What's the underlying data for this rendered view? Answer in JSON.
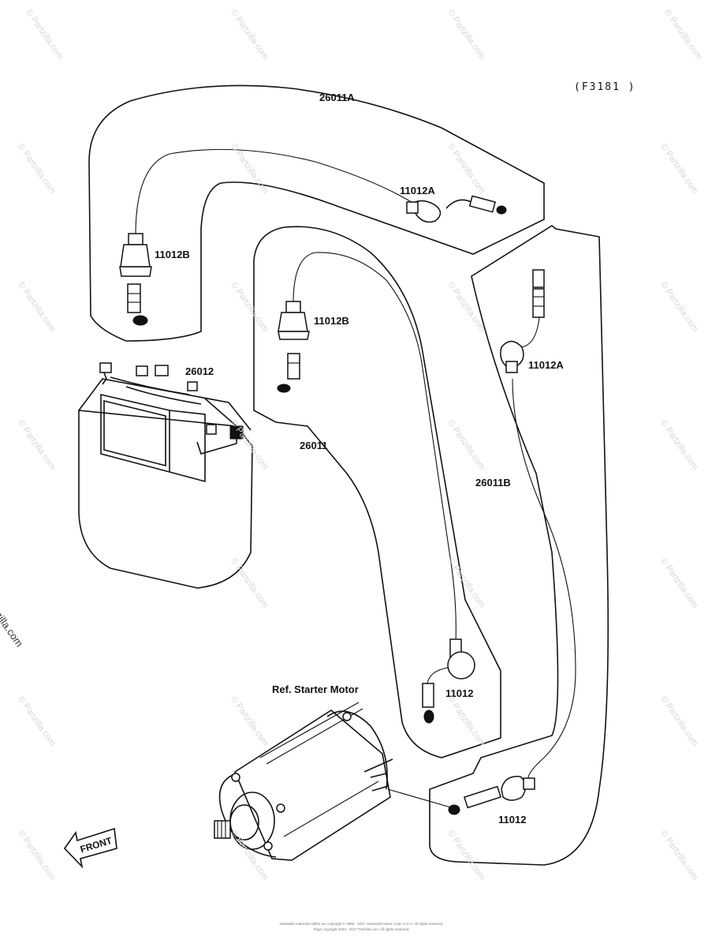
{
  "figure_code": "(F3181 )",
  "watermark": {
    "side": "© Partzilla.com",
    "tile": "© Partzilla.com"
  },
  "parts": {
    "cable_26011A": "26011A",
    "terminal_11012A_top": "11012A",
    "cap_11012B_left": "11012B",
    "cap_11012B_mid": "11012B",
    "battery_26012": "26012",
    "cable_26011": "26011",
    "cable_26011B": "26011B",
    "terminal_11012A_right": "11012A",
    "terminal_11012_mid": "11012",
    "terminal_11012_bottom": "11012",
    "starter_motor_ref": "Ref. Starter Motor",
    "front_arrow": "FRONT"
  },
  "footer": {
    "line1": "Kawasaki materials within are copyright © 1985 - 2017, Kawasaki Motor Corp. U.S.A. All rights reserved.",
    "line2": "Page copyright 2003 - 2017 Partzilla.com. All rights reserved."
  }
}
